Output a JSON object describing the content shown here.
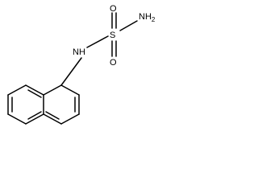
{
  "molecule": {
    "atoms": {
      "nh": "NH",
      "s": "S",
      "o_top": "O",
      "o_bottom": "O",
      "nh2_main": "NH",
      "nh2_sub": "2"
    }
  }
}
